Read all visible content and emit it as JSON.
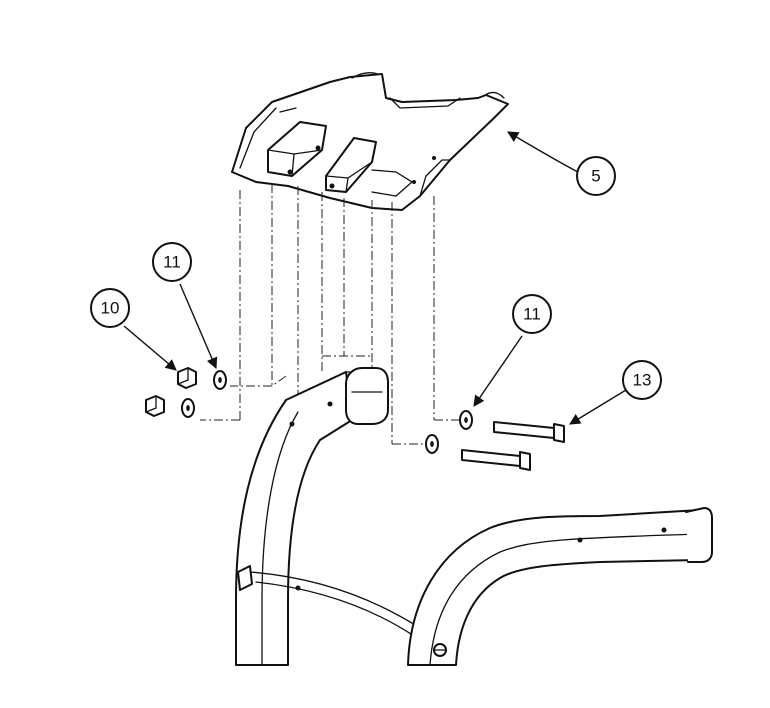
{
  "callouts": [
    {
      "id": "c5",
      "label": "5"
    },
    {
      "id": "c10",
      "label": "10"
    },
    {
      "id": "c11a",
      "label": "11"
    },
    {
      "id": "c11b",
      "label": "11"
    },
    {
      "id": "c13",
      "label": "13"
    }
  ]
}
